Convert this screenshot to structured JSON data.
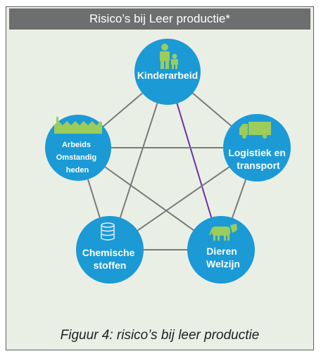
{
  "header": {
    "title": "Risico’s bij Leer productie*"
  },
  "diagram": {
    "node_color": "#1b9ad6",
    "edge_color": "#7a7a7a",
    "highlight_color": "#7030a0",
    "nodes": [
      {
        "id": "kinderarbeid",
        "lines": [
          "Kinderarbeid"
        ],
        "icon": "child-labor-icon"
      },
      {
        "id": "logistiek",
        "lines": [
          "Logistiek en",
          "transport"
        ],
        "icon": "truck-icon"
      },
      {
        "id": "dieren",
        "lines": [
          "Dieren",
          "Welzijn"
        ],
        "icon": "cow-icon"
      },
      {
        "id": "chemische",
        "lines": [
          "Chemische",
          "stoffen"
        ],
        "icon": "barrel-icon"
      },
      {
        "id": "arbeids",
        "lines": [
          "Arbeids",
          "Omstandig",
          "heden"
        ],
        "icon": "factory-icon"
      }
    ],
    "highlighted_edge": [
      "kinderarbeid",
      "dieren"
    ]
  },
  "caption": "Figuur 4: risico’s bij leer productie"
}
